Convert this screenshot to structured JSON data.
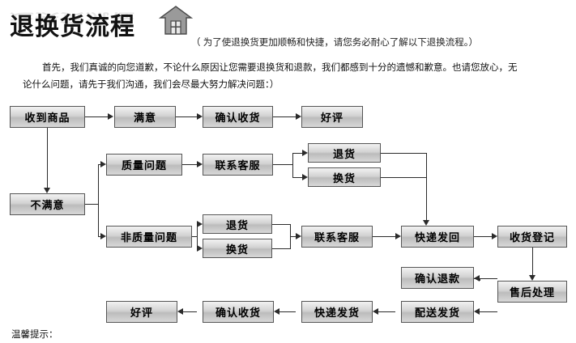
{
  "header": {
    "title": "退换货流程",
    "icon": "house-icon",
    "subtitle": "（ 为了使退换货更加顺畅和快捷，请您务必耐心了解以下退换流程。）"
  },
  "intro": {
    "line1": "首先，我们真诚的向您道歉，不论什么原因让您需要退换货和退款，我们都感到十分的遗憾和歉意。也请您放心，无",
    "line2": "论什么问题，请先于我们沟通，我们会尽最大努力解决问题：）"
  },
  "footer": {
    "note": "温馨提示："
  },
  "flow": {
    "nodes": [
      {
        "id": "received",
        "label": "收到商品"
      },
      {
        "id": "satisfied",
        "label": "满意"
      },
      {
        "id": "confirm1",
        "label": "确认收货"
      },
      {
        "id": "praise1",
        "label": "好评"
      },
      {
        "id": "unsatisfied",
        "label": "不满意"
      },
      {
        "id": "quality",
        "label": "质量问题"
      },
      {
        "id": "service1",
        "label": "联系客服"
      },
      {
        "id": "return1",
        "label": "退货"
      },
      {
        "id": "exchange1",
        "label": "换货"
      },
      {
        "id": "nonquality",
        "label": "非质量问题"
      },
      {
        "id": "return2",
        "label": "退货"
      },
      {
        "id": "exchange2",
        "label": "换货"
      },
      {
        "id": "service2",
        "label": "联系客服"
      },
      {
        "id": "shipback",
        "label": "快递发回"
      },
      {
        "id": "register",
        "label": "收货登记"
      },
      {
        "id": "refund",
        "label": "确认退款"
      },
      {
        "id": "aftersale",
        "label": "售后处理"
      },
      {
        "id": "dispatch",
        "label": "配送发货"
      },
      {
        "id": "express",
        "label": "快递发货"
      },
      {
        "id": "confirm2",
        "label": "确认收货"
      },
      {
        "id": "praise2",
        "label": "好评"
      }
    ]
  },
  "colors": {
    "box_border": "#555555",
    "box_fill_light": "#f2f2f2",
    "box_fill_dark": "#bcbcbc",
    "line": "#2b2b2b",
    "title": "#111111"
  }
}
